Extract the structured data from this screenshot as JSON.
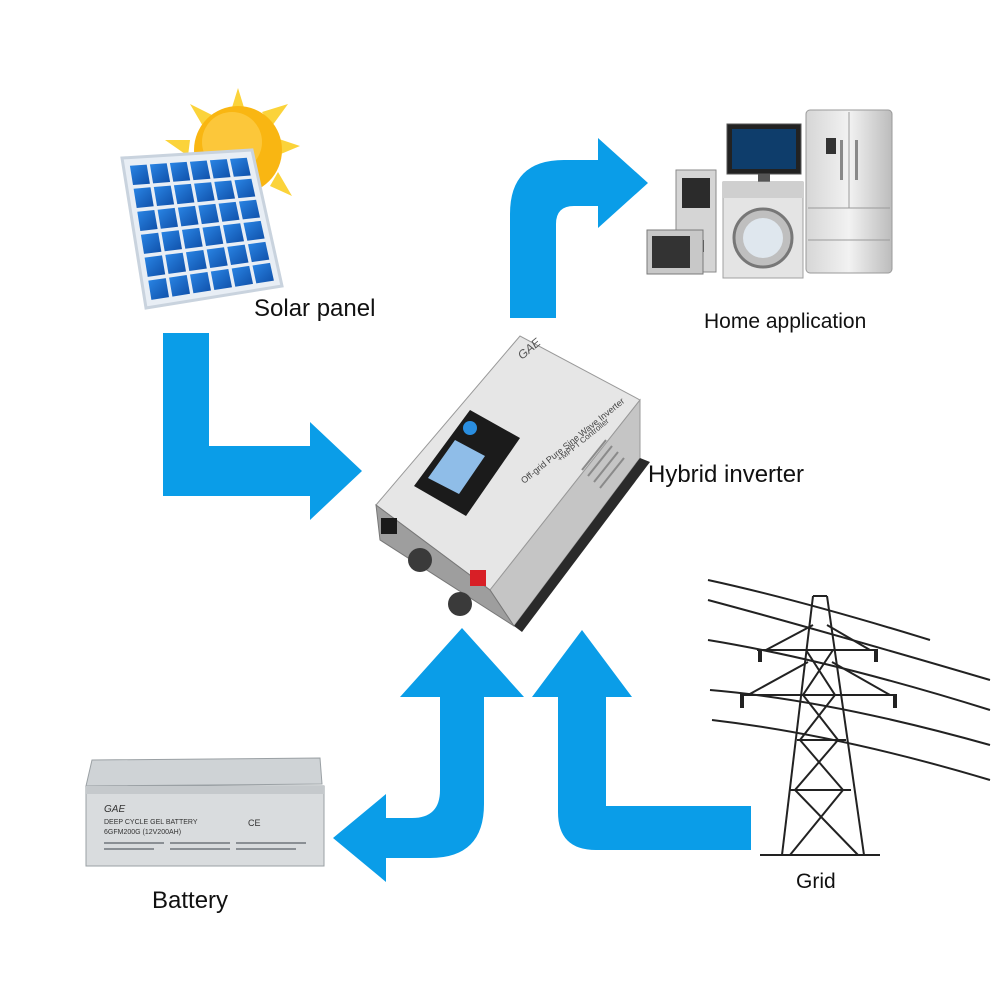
{
  "labels": {
    "solar_panel": "Solar panel",
    "home_application": "Home application",
    "hybrid_inverter": "Hybrid inverter",
    "battery": "Battery",
    "grid": "Grid"
  },
  "inverter_text": {
    "brand": "GAE",
    "side_line_1": "Off-grid Pure Sine Wave Inverter",
    "side_line_2": "+MPPT Controller"
  },
  "battery_text": {
    "brand": "GAE",
    "line_1": "DEEP CYCLE GEL BATTERY",
    "line_2": "6GFM200G (12V200AH)",
    "ce": "CE"
  },
  "colors": {
    "arrow": "#0a9de8",
    "panel_cell": "#1f6fd1",
    "sun": "#f9b612",
    "device_body": "#d9d9d9"
  },
  "icons": [
    "solar-panel-icon",
    "sun-icon",
    "inverter-icon",
    "battery-icon",
    "power-tower-icon",
    "appliances-icon"
  ]
}
